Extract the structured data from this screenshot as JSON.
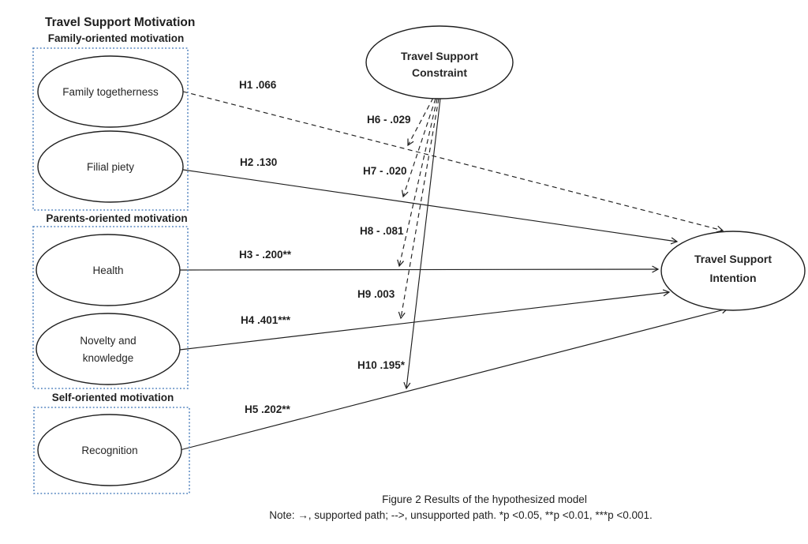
{
  "figure": {
    "title": "Travel Support Motivation",
    "caption": "Figure 2 Results of the hypothesized model",
    "note": "Note: →, supported path;  -->, unsupported path. *p <0.05, **p <0.01, ***p <0.001."
  },
  "groups": [
    {
      "label": "Family-oriented motivation"
    },
    {
      "label": "Parents-oriented motivation"
    },
    {
      "label": "Self-oriented motivation"
    }
  ],
  "nodes": {
    "family_togetherness": {
      "label": "Family togetherness"
    },
    "filial_piety": {
      "label": "Filial piety"
    },
    "health": {
      "label": "Health"
    },
    "novelty": {
      "line1": "Novelty and",
      "line2": "knowledge"
    },
    "recognition": {
      "label": "Recognition"
    },
    "constraint": {
      "line1": "Travel Support",
      "line2": "Constraint"
    },
    "intention": {
      "line1": "Travel Support",
      "line2": "Intention"
    }
  },
  "paths": {
    "h1": {
      "label": "H1 .066",
      "supported": false
    },
    "h2": {
      "label": "H2 .130",
      "supported": true
    },
    "h3": {
      "label": "H3 - .200**",
      "supported": true
    },
    "h4": {
      "label": "H4 .401***",
      "supported": true
    },
    "h5": {
      "label": "H5 .202**",
      "supported": true
    },
    "h6": {
      "label": "H6 - .029",
      "supported": false
    },
    "h7": {
      "label": "H7 - .020",
      "supported": false
    },
    "h8": {
      "label": "H8 - .081",
      "supported": false
    },
    "h9": {
      "label": "H9 .003",
      "supported": false
    },
    "h10": {
      "label": "H10 .195*",
      "supported": true
    }
  },
  "colors": {
    "box_border": "#4f81bd",
    "line": "#1f1f1f",
    "text": "#1f1f1f"
  }
}
